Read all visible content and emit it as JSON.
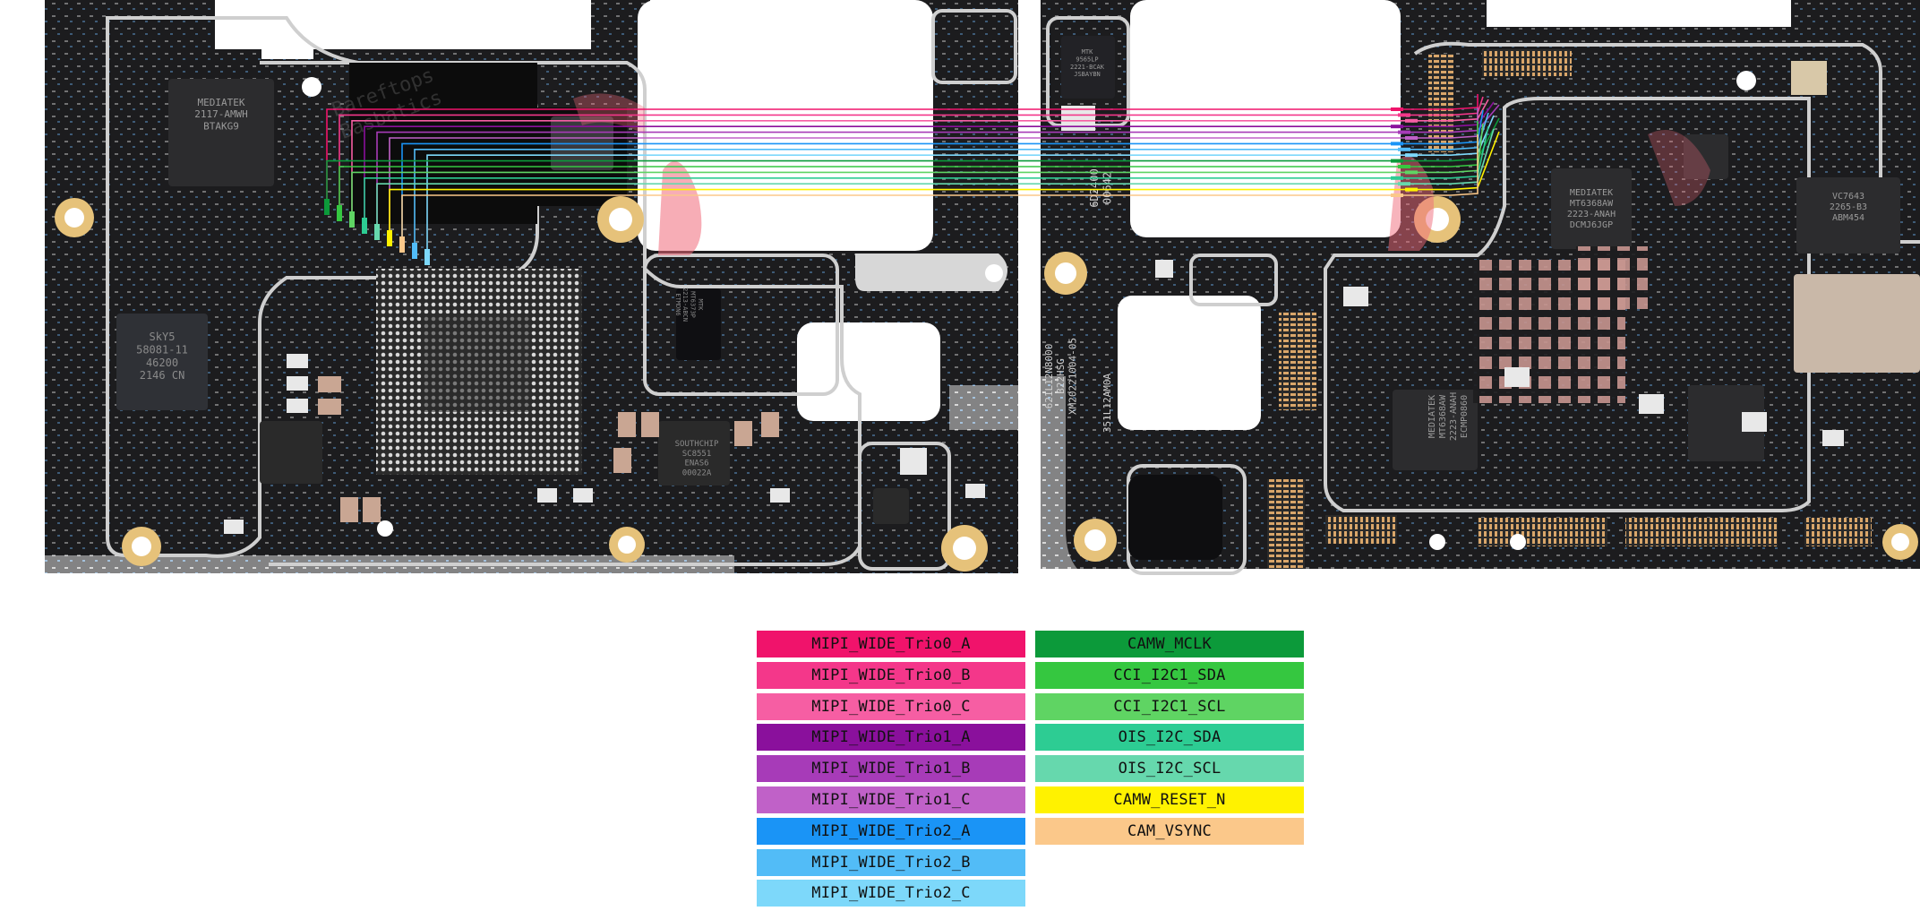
{
  "chip_labels": {
    "mediatek_1": [
      "MEDIATEK",
      "2117-AMWH",
      "BTAKG9"
    ],
    "sky5": [
      "SkY5",
      "58081-11",
      "46200",
      "2146 CN"
    ],
    "southchip": [
      "SOUTHCHIP",
      "SC8551",
      "ENAS6",
      "00022A"
    ],
    "mtk_small": [
      "MTK",
      "MT6373P",
      "2213-ABCN",
      "ETMDN6"
    ],
    "mtk_top": [
      "MTK",
      "9565LP",
      "2221-BCAK",
      "JSBAYBN"
    ],
    "mediatek_2": [
      "MEDIATEK",
      "MT6368AW",
      "2223-ANAH",
      "DCMJ6JGP"
    ],
    "mediatek_3": [
      "MEDIATEK",
      "MT6368AW",
      "2223-ANAH",
      "ECMP0860"
    ],
    "vc": [
      "VC7643",
      "2265-B3",
      "ABM454"
    ],
    "silk_1": [
      "6D2400",
      "00642"
    ],
    "silk_2": [
      "621L12N8000",
      "B22HSG",
      "XM20221004-05"
    ],
    "silk_3": [
      "351L12AM0A"
    ],
    "watermark": [
      "Bareftops",
      "Basbatics"
    ]
  },
  "legend": {
    "left": [
      {
        "label": "MIPI_WIDE_Trio0_A",
        "color": "#f0136b"
      },
      {
        "label": "MIPI_WIDE_Trio0_B",
        "color": "#f4378a"
      },
      {
        "label": "MIPI_WIDE_Trio0_C",
        "color": "#f65ea3"
      },
      {
        "label": "MIPI_WIDE_Trio1_A",
        "color": "#8a109c"
      },
      {
        "label": "MIPI_WIDE_Trio1_B",
        "color": "#a73bb8"
      },
      {
        "label": "MIPI_WIDE_Trio1_C",
        "color": "#c061c8"
      },
      {
        "label": "MIPI_WIDE_Trio2_A",
        "color": "#1a94f6"
      },
      {
        "label": "MIPI_WIDE_Trio2_B",
        "color": "#52bcf7"
      },
      {
        "label": "MIPI_WIDE_Trio2_C",
        "color": "#7dd8fa"
      }
    ],
    "right": [
      {
        "label": "CAMW_MCLK",
        "color": "#0c9a3a"
      },
      {
        "label": "CCI_I2C1_SDA",
        "color": "#35c740"
      },
      {
        "label": "CCI_I2C1_SCL",
        "color": "#5fd463"
      },
      {
        "label": "OIS_I2C_SDA",
        "color": "#2dcc93"
      },
      {
        "label": "OIS_I2C_SCL",
        "color": "#66d8ad"
      },
      {
        "label": "CAMW_RESET_N",
        "color": "#fff200"
      },
      {
        "label": "CAM_VSYNC",
        "color": "#fbc88a"
      }
    ]
  }
}
